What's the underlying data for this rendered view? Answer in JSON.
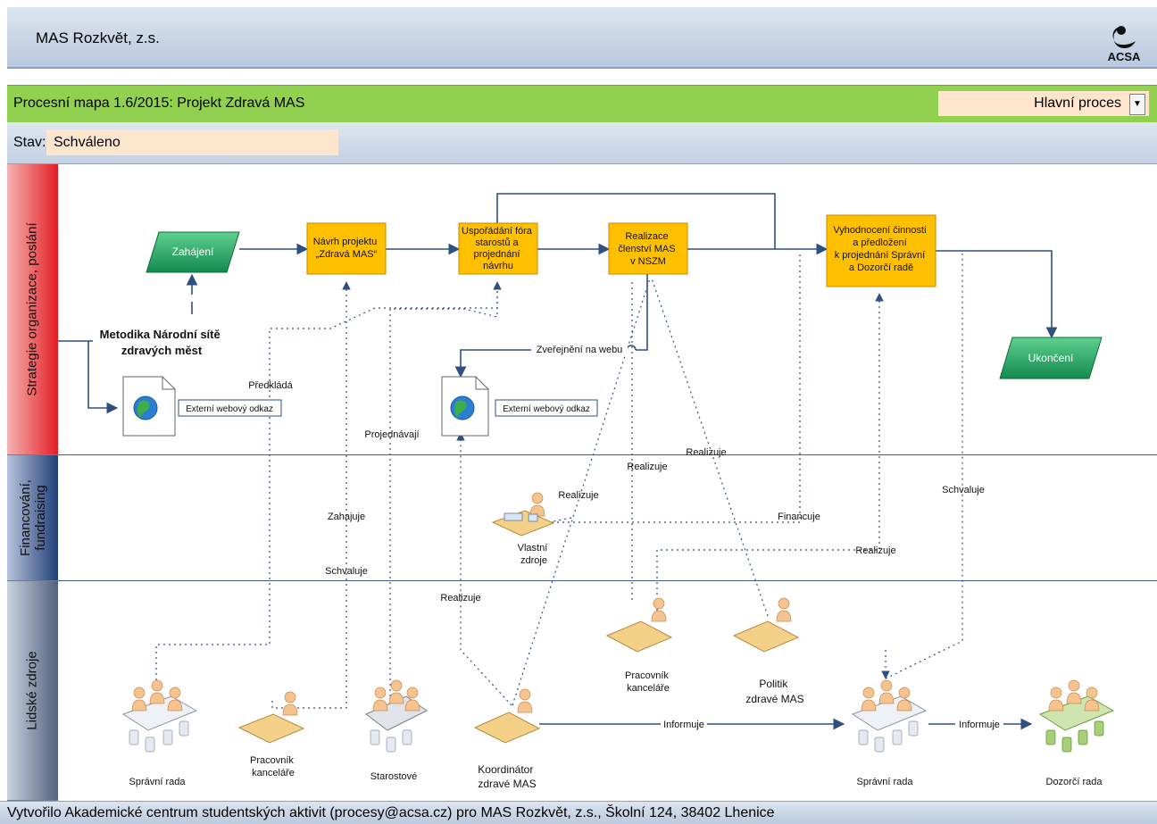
{
  "header": {
    "app_title": "MAS Rozkvět, z.s.",
    "logo_text": "ACSA"
  },
  "map": {
    "title": "Procesní mapa 1.6/2015: Projekt Zdravá MAS",
    "process_select": "Hlavní proces"
  },
  "state": {
    "label": "Stav:",
    "value": "Schváleno"
  },
  "lanes": [
    {
      "label": "Strategie organizace, poslání"
    },
    {
      "label": "Financování, fundraising"
    },
    {
      "label": "Lidské zdroje"
    }
  ],
  "diagram": {
    "start": "Zahájení",
    "end": "Ukončení",
    "methodology": [
      "Metodika Národní sítě",
      "zdravých měst"
    ],
    "activities": [
      {
        "lines": [
          "Návrh projektu",
          "„Zdravá MAS“"
        ]
      },
      {
        "lines": [
          "Uspořádání fóra",
          "starostů a",
          "projednání",
          "návrhu"
        ]
      },
      {
        "lines": [
          "Realizace",
          "členství MAS",
          "v NSZM"
        ]
      },
      {
        "lines": [
          "Vyhodnocení činnosti",
          "a předložení",
          "k projednání Správní",
          "a Dozorčí radě"
        ]
      }
    ],
    "links": [
      "Externí webový odkaz",
      "Externí webový odkaz"
    ],
    "resource": {
      "lines": [
        "Vlastní",
        "zdroje"
      ]
    },
    "roles": [
      {
        "lines": [
          "Správní rada"
        ]
      },
      {
        "lines": [
          "Pracovník",
          "kanceláře"
        ]
      },
      {
        "lines": [
          "Starostové"
        ]
      },
      {
        "lines": [
          "Koordinátor",
          "zdravé MAS"
        ]
      },
      {
        "lines": [
          "Pracovník",
          "kanceláře"
        ]
      },
      {
        "lines": [
          "Politik",
          "zdravé MAS"
        ]
      },
      {
        "lines": [
          "Správní rada"
        ]
      },
      {
        "lines": [
          "Dozorčí rada"
        ]
      }
    ],
    "edge_labels": {
      "predklada": "Předkládá",
      "projednavaji": "Projednávají",
      "zahajuje": "Zahajuje",
      "schvaluje_1": "Schvaluje",
      "schvaluje_2": "Schvaluje",
      "zverejneni": "Zveřejnění na webu",
      "realizuje_1": "Realizuje",
      "realizuje_2": "Realizuje",
      "realizuje_3": "Realizuje",
      "realizuje_4": "Realizuje",
      "realizuje_5": "Realizuje",
      "financuje": "Financuje",
      "informuje_1": "Informuje",
      "informuje_2": "Informuje"
    }
  },
  "colors": {
    "activity": "#ffc000",
    "event": "#1ca864",
    "flow": "#2f4f80",
    "lane1": "#e31e24",
    "lane2": "#213e78"
  },
  "footer": {
    "text": "Vytvořilo Akademické centrum studentských aktivit (procesy@acsa.cz) pro MAS Rozkvět, z.s., Školní 124, 38402 Lhenice"
  }
}
